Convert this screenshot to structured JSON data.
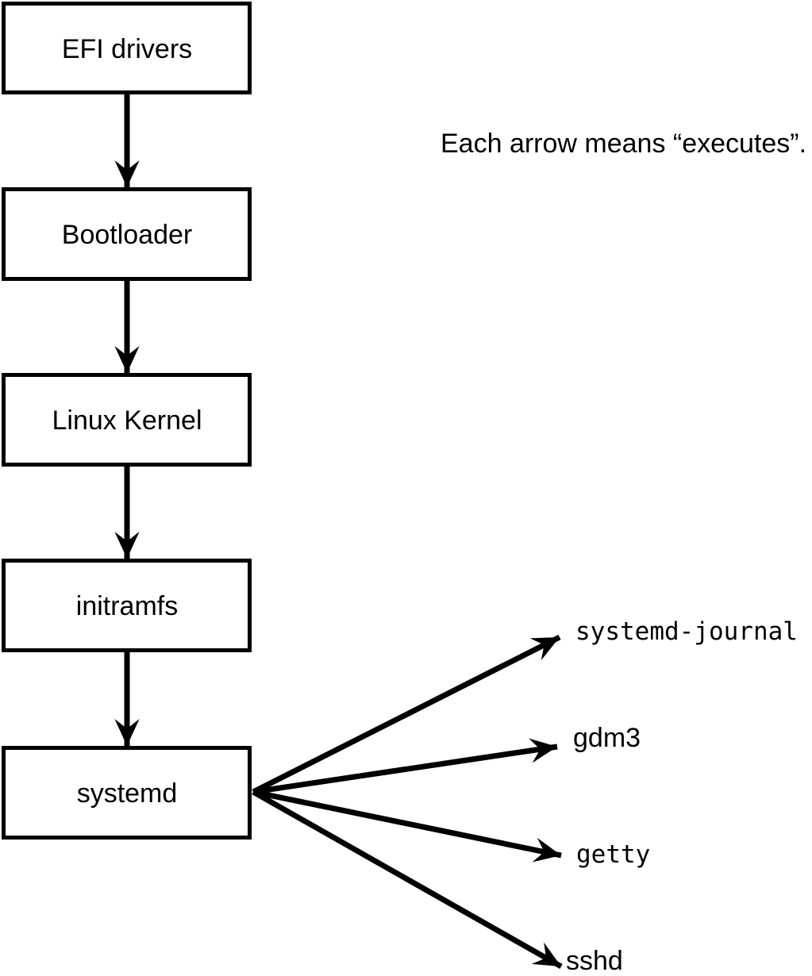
{
  "diagram": {
    "annotation": "Each arrow means “executes”.",
    "boxes": [
      {
        "label": "EFI drivers"
      },
      {
        "label": "Bootloader"
      },
      {
        "label": "Linux Kernel"
      },
      {
        "label": "initramfs"
      },
      {
        "label": "systemd"
      }
    ],
    "targets": [
      {
        "label": "systemd-journal"
      },
      {
        "label": "gdm3"
      },
      {
        "label": "getty"
      },
      {
        "label": "sshd"
      }
    ],
    "colors": {
      "line": "#000000",
      "background": "#ffffff"
    }
  }
}
